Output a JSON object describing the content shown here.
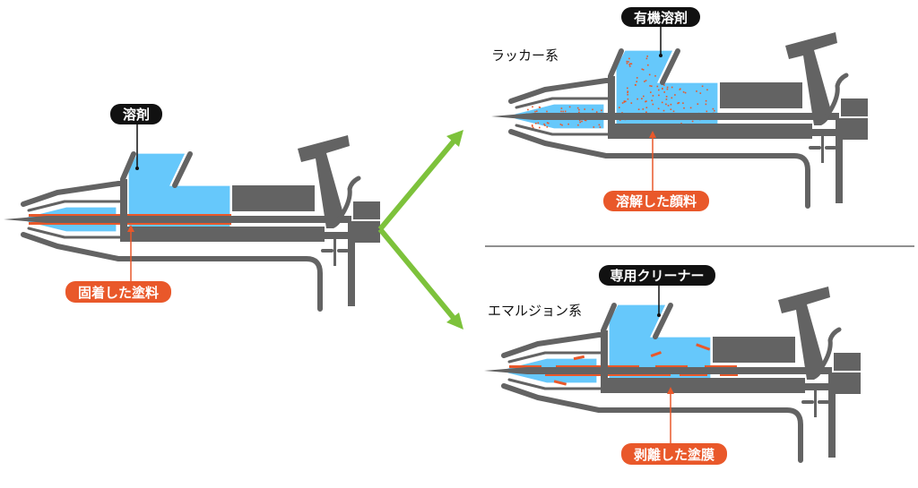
{
  "diagram": {
    "title": "Airbrush cleaning: solvent action by paint type",
    "colors": {
      "body": "#636363",
      "solvent": "#66c8fb",
      "paint": "#e9582a",
      "arrow": "#7dc23b",
      "label_dark": "#111111"
    },
    "left": {
      "solvent_label": "溶剤",
      "paint_label": "固着した塗料"
    },
    "top_right": {
      "category": "ラッカー系",
      "solvent_label": "有機溶剤",
      "paint_label": "溶解した顔料"
    },
    "bottom_right": {
      "category": "エマルジョン系",
      "solvent_label": "専用クリーナー",
      "paint_label": "剥離した塗膜"
    }
  }
}
